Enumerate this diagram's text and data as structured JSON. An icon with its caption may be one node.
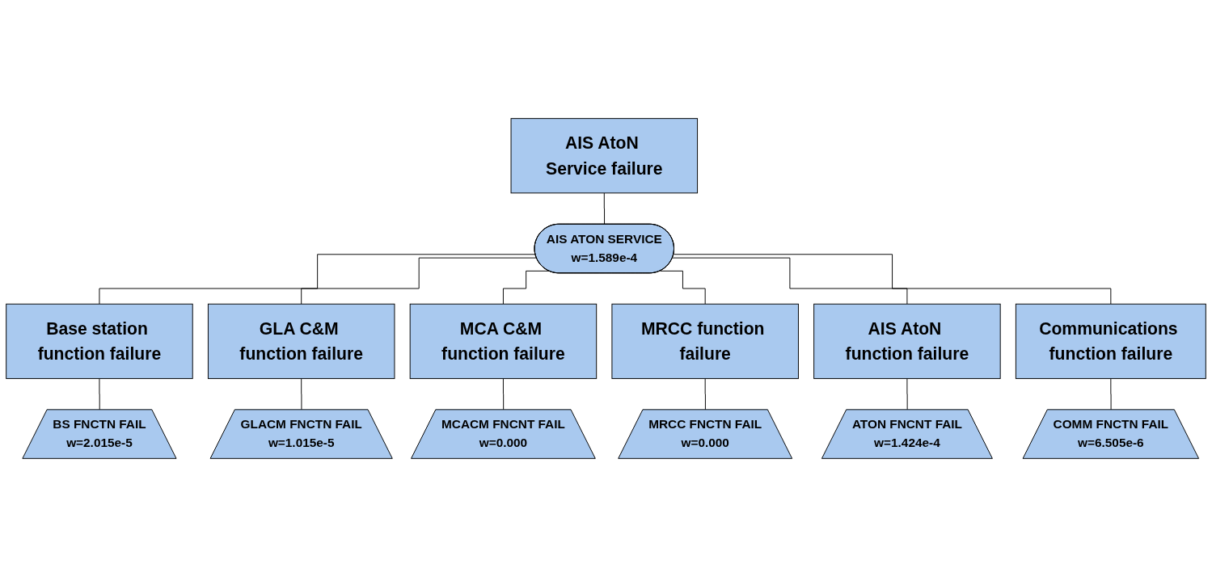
{
  "diagram": {
    "nodes": [
      {
        "text": [
          "AIS AtoN Service failure"
        ]
      },
      {
        "text": [
          "AIS ATON SERVICE",
          "w=1.589e-4"
        ]
      },
      {
        "text": [
          "Base station function failure"
        ]
      },
      {
        "text": [
          "GLA C&M function failure"
        ]
      },
      {
        "text": [
          "MCA C&M function failure"
        ]
      },
      {
        "text": [
          "MRCC function failure"
        ]
      },
      {
        "text": [
          "AIS AtoN function failure"
        ]
      },
      {
        "text": [
          "Communications function failure"
        ]
      },
      {
        "text": [
          "BS FNCTN FAIL",
          "w=2.015e-5"
        ]
      },
      {
        "text": [
          "GLACM FNCTN FAIL",
          "w=1.015e-5"
        ]
      },
      {
        "text": [
          "MCACM FNCNT FAIL",
          "w=0.000"
        ]
      },
      {
        "text": [
          "MRCC FNCTN FAIL",
          "w=0.000"
        ]
      },
      {
        "text": [
          "ATON FNCNT FAIL",
          "w=1.424e-4"
        ]
      },
      {
        "text": [
          "COMM FNCTN FAIL",
          "w=6.505e-6"
        ]
      }
    ],
    "edges": [
      {
        "from": 0,
        "to": 1,
        "arrow": "none"
      },
      {
        "from": 1,
        "to": 2,
        "arrow": "none"
      },
      {
        "from": 1,
        "to": 3,
        "arrow": "none"
      },
      {
        "from": 1,
        "to": 4,
        "arrow": "none"
      },
      {
        "from": 1,
        "to": 5,
        "arrow": "none"
      },
      {
        "from": 1,
        "to": 6,
        "arrow": "none"
      },
      {
        "from": 1,
        "to": 7,
        "arrow": "none"
      },
      {
        "from": 2,
        "to": 8,
        "arrow": "none"
      },
      {
        "from": 3,
        "to": 9,
        "arrow": "none"
      },
      {
        "from": 4,
        "to": 10,
        "arrow": "none"
      },
      {
        "from": 5,
        "to": 11,
        "arrow": "none"
      },
      {
        "from": 6,
        "to": 12,
        "arrow": "none"
      },
      {
        "from": 7,
        "to": 13,
        "arrow": "none"
      }
    ]
  }
}
